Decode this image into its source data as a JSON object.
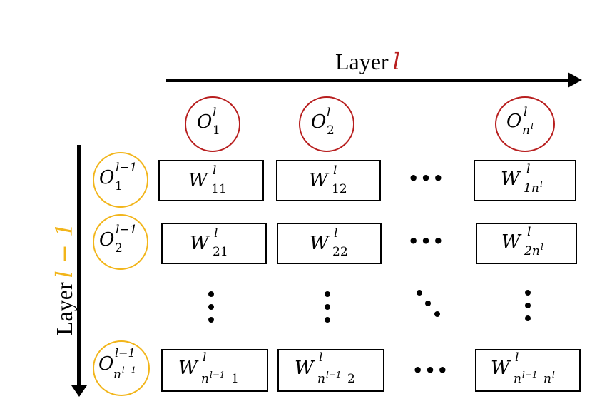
{
  "diagram": {
    "top_axis": {
      "prefix": "Layer",
      "variable": "l"
    },
    "side_axis": {
      "prefix": "Layer",
      "variable": "l − 1"
    },
    "colors": {
      "output_neuron_ring": "#b81e1e",
      "input_neuron_ring": "#f2b51a",
      "side_variable": "#f2b51a",
      "top_variable": "#b81e1e"
    },
    "outputs": [
      {
        "base": "O",
        "sup": "l",
        "sub": "1"
      },
      {
        "base": "O",
        "sup": "l",
        "sub": "2"
      },
      {
        "base": "O",
        "sup": "l",
        "sub": "n",
        "sub_sup": "l"
      }
    ],
    "inputs": [
      {
        "base": "O",
        "sup": "l−1",
        "sub": "1"
      },
      {
        "base": "O",
        "sup": "l−1",
        "sub": "2"
      },
      {
        "base": "O",
        "sup": "l−1",
        "sub": "n",
        "sub_sup": "l−1"
      }
    ],
    "weights": [
      [
        {
          "base": "W",
          "sup": "l",
          "sub": "11"
        },
        {
          "base": "W",
          "sup": "l",
          "sub": "12"
        },
        {
          "base": "W",
          "sup": "l",
          "sub": "1n",
          "sub_sup": "l"
        }
      ],
      [
        {
          "base": "W",
          "sup": "l",
          "sub": "21"
        },
        {
          "base": "W",
          "sup": "l",
          "sub": "22"
        },
        {
          "base": "W",
          "sup": "l",
          "sub": "2n",
          "sub_sup": "l"
        }
      ],
      [
        {
          "base": "W",
          "sup": "l",
          "sub": "n",
          "sub_sup": "l−1",
          "sub_tail": "1"
        },
        {
          "base": "W",
          "sup": "l",
          "sub": "n",
          "sub_sup": "l−1",
          "sub_tail": "2"
        },
        {
          "base": "W",
          "sup": "l",
          "sub": "n",
          "sub_sup": "l−1",
          "sub_tail": "n",
          "sub_tail_sup": "l"
        }
      ]
    ],
    "ellipsis_horizontal": "•••"
  }
}
